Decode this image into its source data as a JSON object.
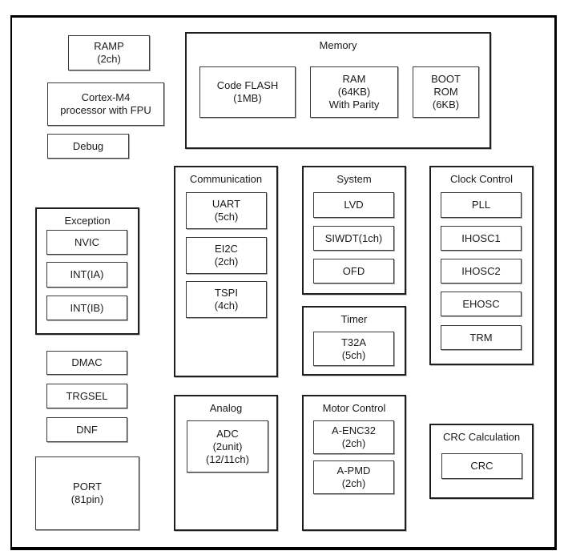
{
  "colors": {
    "background": "#ffffff",
    "text": "#1a1a1a",
    "border_outer": "#000000",
    "border_group": "#1f1f1f",
    "border_box": "#3a3a3a"
  },
  "blocks": {
    "ramp": {
      "lines": [
        "RAMP",
        "(2ch)"
      ]
    },
    "cortex": {
      "lines": [
        "Cortex-M4",
        "processor with FPU"
      ]
    },
    "debug": {
      "label": "Debug"
    },
    "dmac": {
      "label": "DMAC"
    },
    "trgsel": {
      "label": "TRGSEL"
    },
    "dnf": {
      "label": "DNF"
    },
    "port": {
      "lines": [
        "PORT",
        "(81pin)"
      ]
    }
  },
  "groups": {
    "memory": {
      "title": "Memory",
      "items": [
        {
          "lines": [
            "Code FLASH",
            "(1MB)"
          ]
        },
        {
          "lines": [
            "RAM",
            "(64KB)",
            "With Parity"
          ]
        },
        {
          "lines": [
            "BOOT",
            "ROM",
            "(6KB)"
          ]
        }
      ]
    },
    "exception": {
      "title": "Exception",
      "items": [
        {
          "label": "NVIC"
        },
        {
          "label": "INT(IA)"
        },
        {
          "label": "INT(IB)"
        }
      ]
    },
    "communication": {
      "title": "Communication",
      "items": [
        {
          "lines": [
            "UART",
            "(5ch)"
          ]
        },
        {
          "lines": [
            "EI2C",
            "(2ch)"
          ]
        },
        {
          "lines": [
            "TSPI",
            "(4ch)"
          ]
        }
      ]
    },
    "system": {
      "title": "System",
      "items": [
        {
          "label": "LVD"
        },
        {
          "label": "SIWDT(1ch)"
        },
        {
          "label": "OFD"
        }
      ]
    },
    "clock_control": {
      "title": "Clock Control",
      "items": [
        {
          "label": "PLL"
        },
        {
          "label": "IHOSC1"
        },
        {
          "label": "IHOSC2"
        },
        {
          "label": "EHOSC"
        },
        {
          "label": "TRM"
        }
      ]
    },
    "timer": {
      "title": "Timer",
      "items": [
        {
          "lines": [
            "T32A",
            "(5ch)"
          ]
        }
      ]
    },
    "analog": {
      "title": "Analog",
      "items": [
        {
          "lines": [
            "ADC",
            "(2unit)",
            "(12/11ch)"
          ]
        }
      ]
    },
    "motor_control": {
      "title": "Motor Control",
      "items": [
        {
          "lines": [
            "A-ENC32",
            "(2ch)"
          ]
        },
        {
          "lines": [
            "A-PMD",
            "(2ch)"
          ]
        }
      ]
    },
    "crc_calculation": {
      "title": "CRC Calculation",
      "items": [
        {
          "label": "CRC"
        }
      ]
    }
  }
}
